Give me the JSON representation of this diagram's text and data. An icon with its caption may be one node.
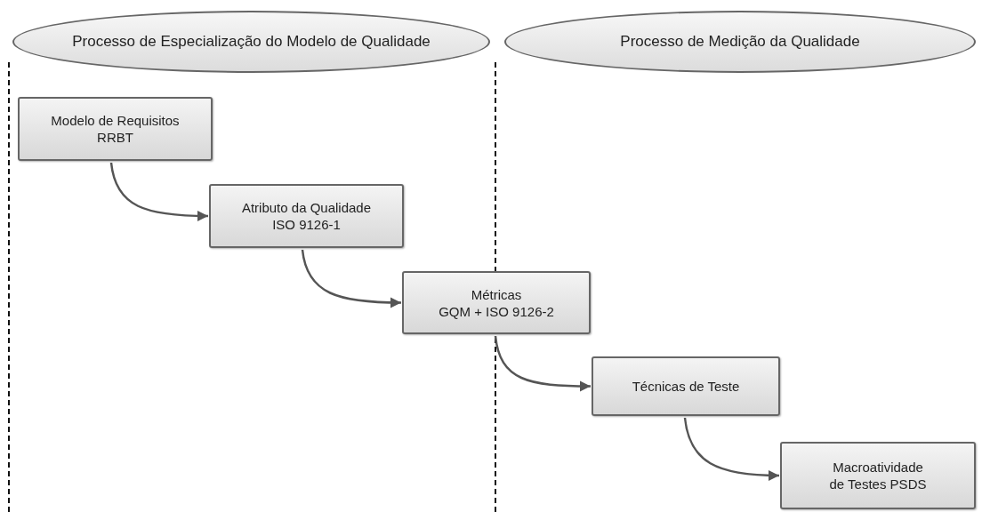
{
  "diagram": {
    "nodes": [
      {
        "text": [
          "Processo de Especialização do Modelo de Qualidade"
        ]
      },
      {
        "text": [
          "Processo de Medição da Qualidade"
        ]
      },
      {
        "text": [
          "Modelo de Requisitos",
          "RRBT"
        ]
      },
      {
        "text": [
          "Atributo da Qualidade",
          "ISO 9126-1"
        ]
      },
      {
        "text": [
          "Métricas",
          "GQM + ISO 9126-2"
        ]
      },
      {
        "text": [
          "Técnicas de Teste"
        ]
      },
      {
        "text": [
          "Macroatividade",
          "de Testes PSDS"
        ]
      }
    ],
    "edges": [
      {
        "from": 2,
        "to": 3,
        "arrow": "to"
      },
      {
        "from": 3,
        "to": 4,
        "arrow": "to"
      },
      {
        "from": 4,
        "to": 5,
        "arrow": "to"
      },
      {
        "from": 5,
        "to": 6,
        "arrow": "to"
      }
    ]
  }
}
